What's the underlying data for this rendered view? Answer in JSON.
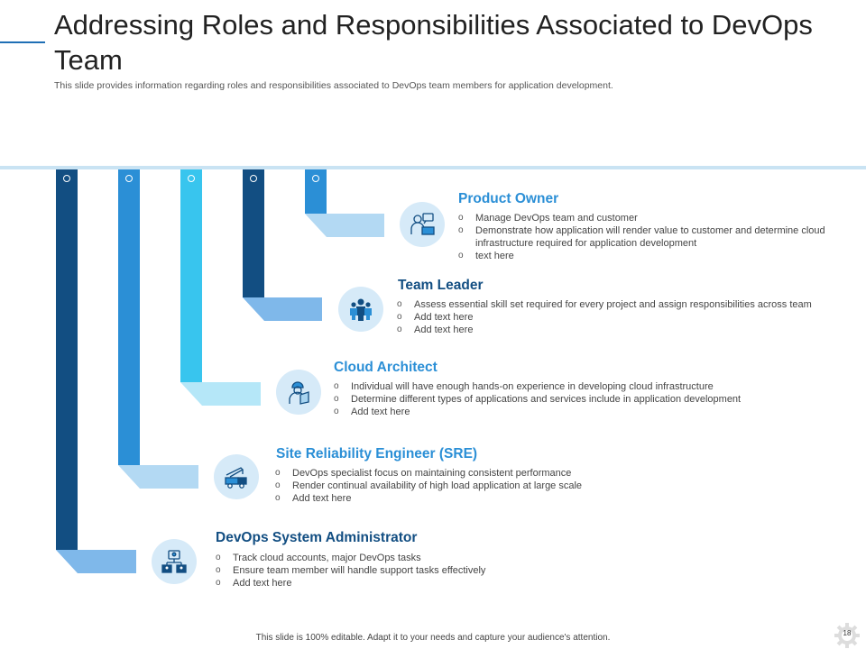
{
  "slide": {
    "title": "Addressing Roles and Responsibilities Associated to DevOps Team",
    "subtitle": "This slide provides information regarding roles and responsibilities associated to DevOps team members for application development.",
    "footer": "This slide is 100% editable. Adapt it to your needs and capture your audience's attention.",
    "page_number": "18"
  },
  "colors": {
    "accent_blue": "#1f6fb5",
    "dark_navy": "#124e82",
    "mid_blue": "#2b8fd6",
    "cyan": "#38c5ee",
    "light_blue": "#a8d4f0",
    "icon_circle": "#d6eaf8"
  },
  "roles": [
    {
      "title": "Product Owner",
      "color": "#2b8fd6",
      "icon": "presenter-icon",
      "bullets": [
        "Manage DevOps team and customer",
        "Demonstrate how application will render value to customer and determine cloud infrastructure required for application development",
        "text here"
      ]
    },
    {
      "title": "Team Leader",
      "color": "#124e82",
      "icon": "team-icon",
      "bullets": [
        "Assess essential skill set required for every project and assign responsibilities across team",
        "Add text here",
        "Add text here"
      ]
    },
    {
      "title": "Cloud Architect",
      "color": "#2b8fd6",
      "icon": "architect-icon",
      "bullets": [
        "Individual will have enough hands-on experience in developing cloud infrastructure",
        "Determine different types of applications and services include in application development",
        "Add text here"
      ]
    },
    {
      "title": "Site Reliability Engineer (SRE)",
      "color": "#2b8fd6",
      "icon": "crane-truck-icon",
      "bullets": [
        "DevOps specialist focus on maintaining consistent performance",
        "Render continual availability of high load application at large scale",
        "Add text here"
      ]
    },
    {
      "title": "DevOps System Administrator",
      "color": "#124e82",
      "icon": "network-admin-icon",
      "bullets": [
        "Track cloud accounts, major DevOps tasks",
        "Ensure team member will handle support tasks effectively",
        "Add text here"
      ]
    }
  ]
}
